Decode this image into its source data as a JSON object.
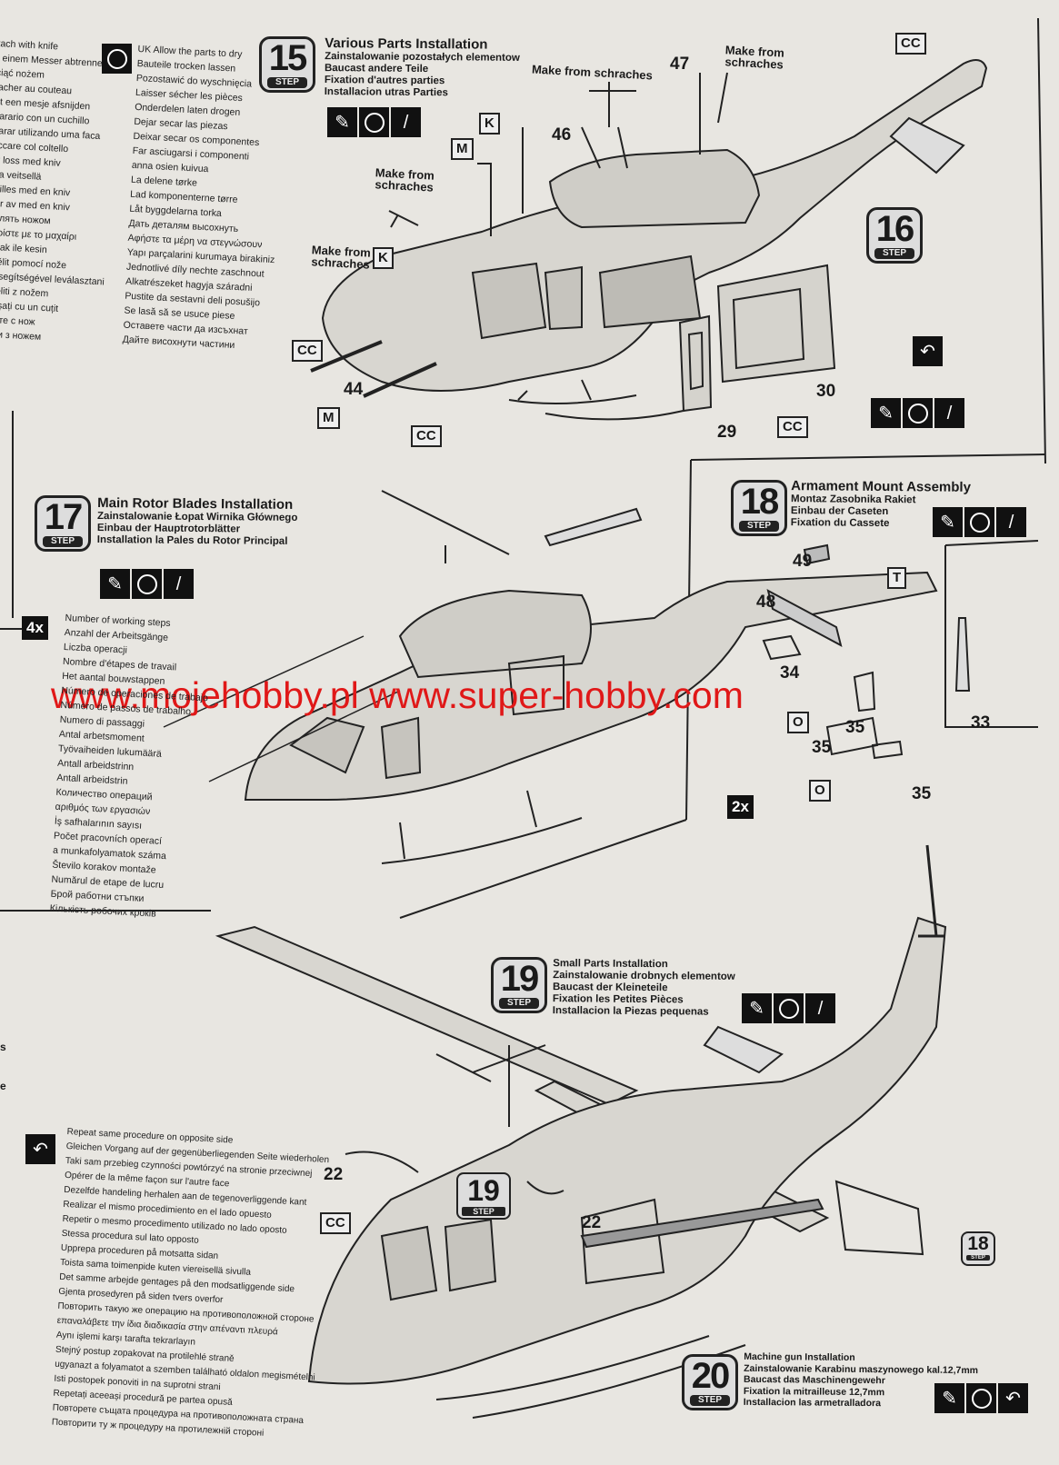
{
  "left_column_top": [
    "tach with knife",
    "t einem Messer abtrennen",
    "ciąć nożem",
    "tacher au couteau",
    "et een mesje afsnijden",
    "parario con un cuchillo",
    "parar utilizando uma faca",
    "accare col coltello",
    "är loss med kniv",
    "ota veitsellä",
    "skilles med en kniv",
    "jær av med en kniv",
    "делять ножом",
    "ιωρίστε με το μαχαίρι",
    "bıçak ile kesin",
    "ddělit pomocí nože",
    "es segítségével leválasztani",
    "ddeliti z nožem",
    "etaşați cu un cuțit",
    "ичете с нож",
    "няти з ножем"
  ],
  "dry_legend": [
    "UK Allow the parts to dry",
    "Bauteile trocken lassen",
    "Pozostawić do wyschnięcia",
    "Laisser sécher les pièces",
    "Onderdelen laten drogen",
    "Dejar secar las piezas",
    "Deixar secar os componentes",
    "Far asciugarsi i componenti",
    "anna osien kuivua",
    "La delene tørke",
    "Lad komponenterne tørre",
    "Låt byggdelarna torka",
    "Дать деталям высохнуть",
    "Αφήστε τα μέρη να στεγνώσουν",
    "Yapı parçalarini kurumaya birakiniz",
    "Jednotlivé díly nechte zaschnout",
    "Alkatrészeket hagyja száradni",
    "Pustite da sestavni deli posušijo",
    "Se lasă să se usuce piese",
    "Оставете части да изсъхнат",
    "Дайте висохнути частини"
  ],
  "working_steps_legend": [
    "Number of working steps",
    "Anzahl der Arbeitsgänge",
    "Liczba operacji",
    "Nombre d'étapes de travail",
    "Het aantal bouwstappen",
    "Número de operaciones de trabajo",
    "Número de passos de trabalho",
    "Numero di passaggi",
    "Antal arbetsmoment",
    "Työvaiheiden lukumäärä",
    "Antall arbeidstrinn",
    "Antall arbeidstrin",
    "Количество операций",
    "αριθμός των εργασιών",
    "İş safhalarının sayısı",
    "Počet pracovních operací",
    "a munkafolyamatok száma",
    "Število korakov montaže",
    "Numărul de etape de lucru",
    "Брой работни стъпки",
    "Кількість робочих кроків"
  ],
  "opposite_side_legend": [
    "Repeat same procedure on opposite side",
    "Gleichen Vorgang auf der gegenüberliegenden Seite wiederholen",
    "Taki sam przebieg czynności powtórzyć na stronie przeciwnej",
    "Opérer de la même façon sur l'autre face",
    "Dezelfde handeling herhalen aan de tegenoverliggende kant",
    "Realizar el mismo procedimiento en el lado opuesto",
    "Repetir o mesmo procedimento utilizado no lado oposto",
    "Stessa procedura sul lato opposto",
    "Upprepa proceduren på motsatta sidan",
    "Toista sama toimenpide kuten viereisellä sivulla",
    "Det samme arbejde gentages på den modsatliggende side",
    "Gjenta prosedyren på siden tvers overfor",
    "Повторить такую же операцию на противоположной стороне",
    "επαναλάβετε την ίδια διαδικασία στην απέναντι πλευρά",
    "Aynı işlemi karşı tarafta tekrarlayın",
    "Stejný postup zopakovat na protilehlé straně",
    "ugyanazt a folyamatot a szemben található oldalon megismételni",
    "Isti postopek ponoviti in na suprotni strani",
    "Repetați aceeași procedură pe partea opusă",
    "Повторете същата процедура на противоположната страна",
    "Повторити ту ж процедуру на протилежній стороні"
  ],
  "steps": {
    "s15": {
      "num": "15",
      "label": "STEP",
      "title": "Various Parts Installation",
      "lines": [
        "Zainstalowanie pozostałych elementow",
        "Baucast andere Teile",
        "Fixation d'autres parties",
        "Installacion utras Parties"
      ]
    },
    "s16": {
      "num": "16",
      "label": "STEP"
    },
    "s17": {
      "num": "17",
      "label": "STEP",
      "title": "Main Rotor Blades Installation",
      "lines": [
        "Zainstalowanie Łopat Wirnika Głównego",
        "Einbau der Hauptrotorblätter",
        "Installation la Pales du Rotor Principal"
      ]
    },
    "s18": {
      "num": "18",
      "label": "STEP",
      "title": "Armament Mount Assembly",
      "lines": [
        "Montaz Zasobnika Rakiet",
        "Einbau der Caseten",
        "Fixation du Cassete"
      ]
    },
    "s19": {
      "num": "19",
      "label": "STEP",
      "title": "Small Parts Installation",
      "lines": [
        "Zainstalowanie drobnych elementow",
        "Baucast der Kleineteile",
        "Fixation les Petites Pièces",
        "Installacion la Piezas pequenas"
      ]
    },
    "s20": {
      "num": "20",
      "label": "STEP",
      "title": "Machine gun Installation",
      "lines": [
        "Zainstalowanie Karabinu maszynowego kal.12,7mm",
        "Baucast das Maschinengewehr",
        "Fixation la mitrailleuse 12,7mm",
        "Installacion las armetralladora"
      ]
    }
  },
  "notes": {
    "schraches": "Make from schraches"
  },
  "tags": {
    "cc": "CC",
    "k": "K",
    "m": "M",
    "t": "T",
    "o": "O"
  },
  "parts": {
    "p44": "44",
    "p46": "46",
    "p47": "47",
    "p29": "29",
    "p30": "30",
    "p48": "48",
    "p49": "49",
    "p34": "34",
    "p35": "35",
    "p33": "33",
    "p22": "22"
  },
  "multipliers": {
    "m4": "4x",
    "m2": "2x"
  },
  "watermark": "www.mojehobby.pl www.super-hobby.com",
  "mini_badge": {
    "num18": "18",
    "num19": "19",
    "label": "STEP"
  },
  "margin": [
    "s",
    "e"
  ]
}
